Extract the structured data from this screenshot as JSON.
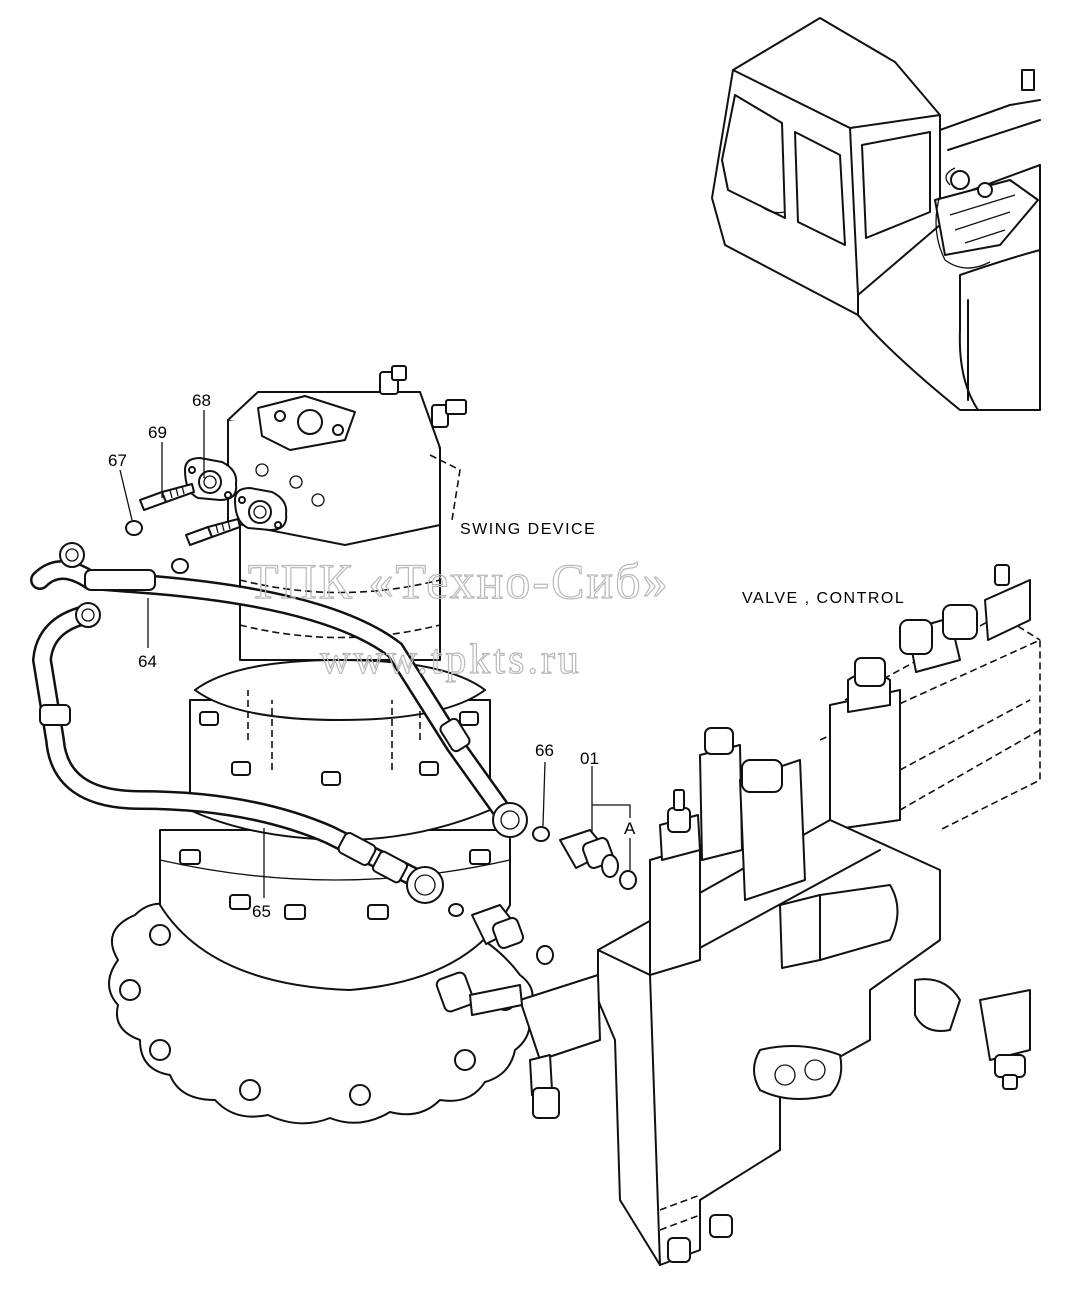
{
  "labels": {
    "swing_device": "SWING DEVICE",
    "valve_control": "VALVE , CONTROL"
  },
  "callouts": {
    "c64": "64",
    "c65": "65",
    "c66": "66",
    "c67": "67",
    "c68": "68",
    "c69": "69",
    "c01": "01",
    "cA": "A"
  },
  "watermark": {
    "line1": "ТПК «Техно-Сиб»",
    "line2": "www.tpkts.ru"
  }
}
